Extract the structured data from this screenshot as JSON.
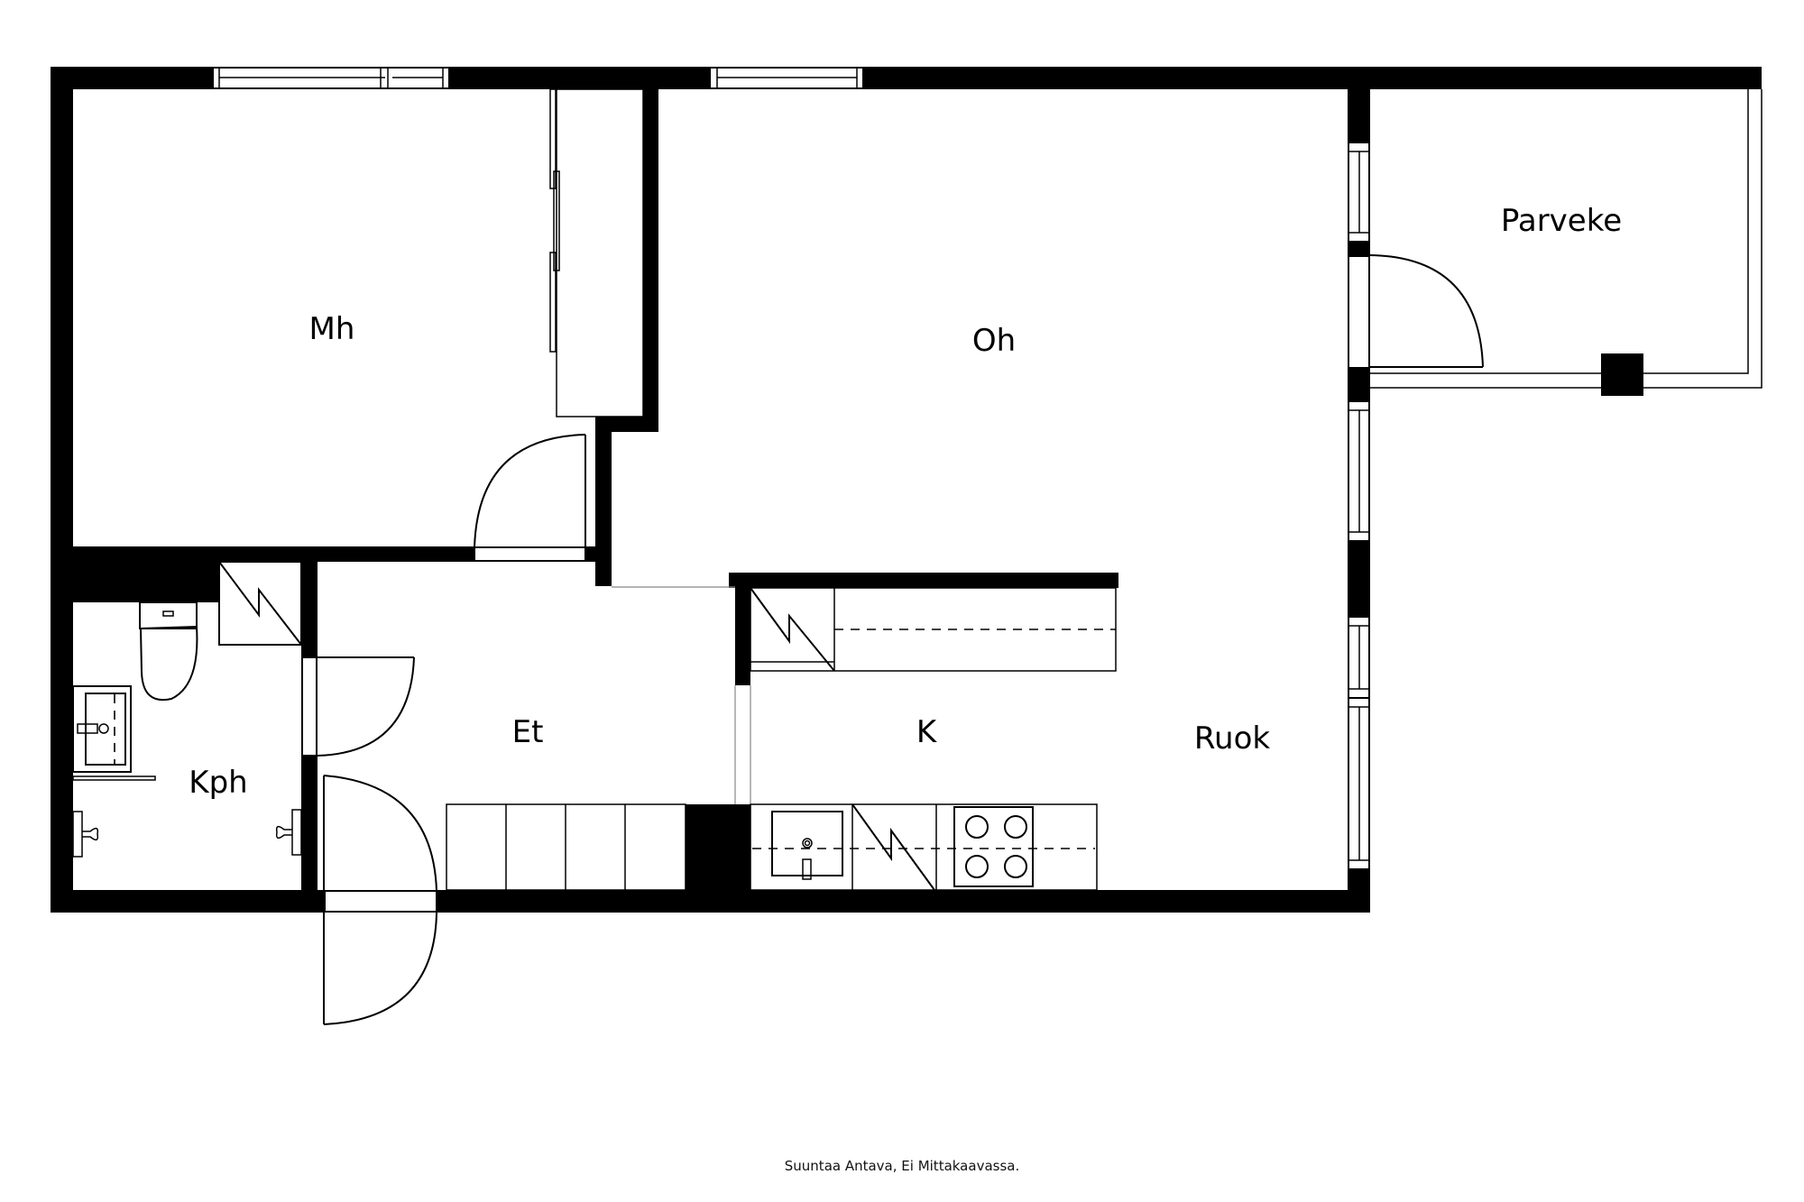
{
  "plan": {
    "rooms": [
      {
        "id": "mh",
        "label": "Mh"
      },
      {
        "id": "oh",
        "label": "Oh"
      },
      {
        "id": "parveke",
        "label": "Parveke"
      },
      {
        "id": "kph",
        "label": "Kph"
      },
      {
        "id": "et",
        "label": "Et"
      },
      {
        "id": "k",
        "label": "K"
      },
      {
        "id": "ruok",
        "label": "Ruok"
      }
    ],
    "colors": {
      "wall": "#000000",
      "background": "#ffffff"
    }
  },
  "footer": {
    "note": "Suuntaa Antava, Ei Mittakaavassa."
  }
}
